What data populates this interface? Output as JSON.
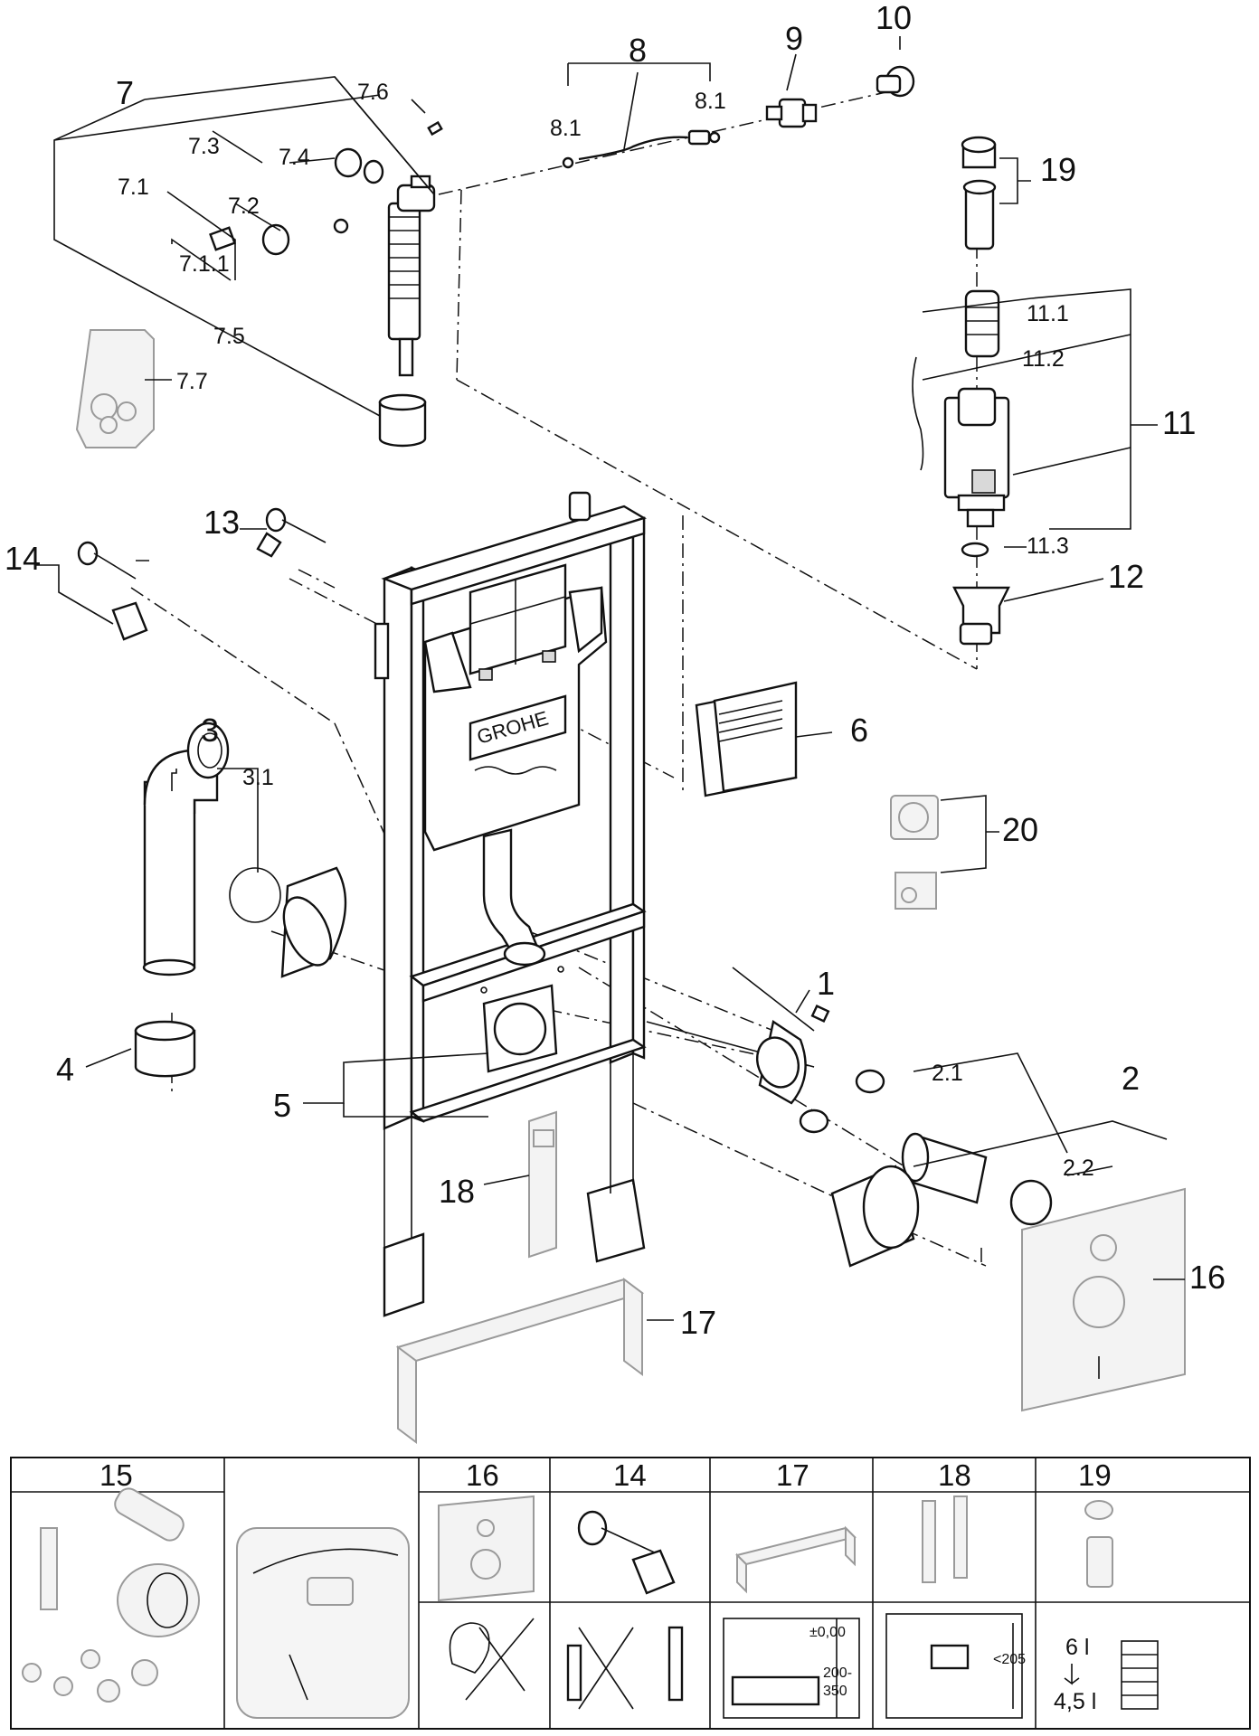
{
  "brand_logo": "GROHE",
  "callouts": {
    "c1": "1",
    "c2": "2",
    "c2_1": "2.1",
    "c2_2": "2.2",
    "c3": "3",
    "c3_1": "3.1",
    "c4": "4",
    "c5": "5",
    "c6": "6",
    "c7": "7",
    "c7_1": "7.1",
    "c7_1_1": "7.1.1",
    "c7_2": "7.2",
    "c7_3": "7.3",
    "c7_4": "7.4",
    "c7_5": "7.5",
    "c7_6": "7.6",
    "c7_7": "7.7",
    "c8": "8",
    "c8_1a": "8.1",
    "c8_1b": "8.1",
    "c9": "9",
    "c10": "10",
    "c11": "11",
    "c11_1": "11.1",
    "c11_2": "11.2",
    "c11_3": "11.3",
    "c12": "12",
    "c13": "13",
    "c14": "14",
    "c16": "16",
    "c17": "17",
    "c18": "18",
    "c19": "19",
    "c20": "20"
  },
  "table": {
    "headers": [
      "15",
      "",
      "16",
      "14",
      "17",
      "18",
      "19"
    ],
    "dims": {
      "tolerance": "±0,00",
      "range_a": "200-",
      "range_b": "350",
      "max": "<205",
      "level_top": "6 l",
      "level_bottom": "4,5 l"
    }
  },
  "colors": {
    "line": "#111111",
    "faded": "#9a9a9a",
    "background": "#ffffff"
  }
}
